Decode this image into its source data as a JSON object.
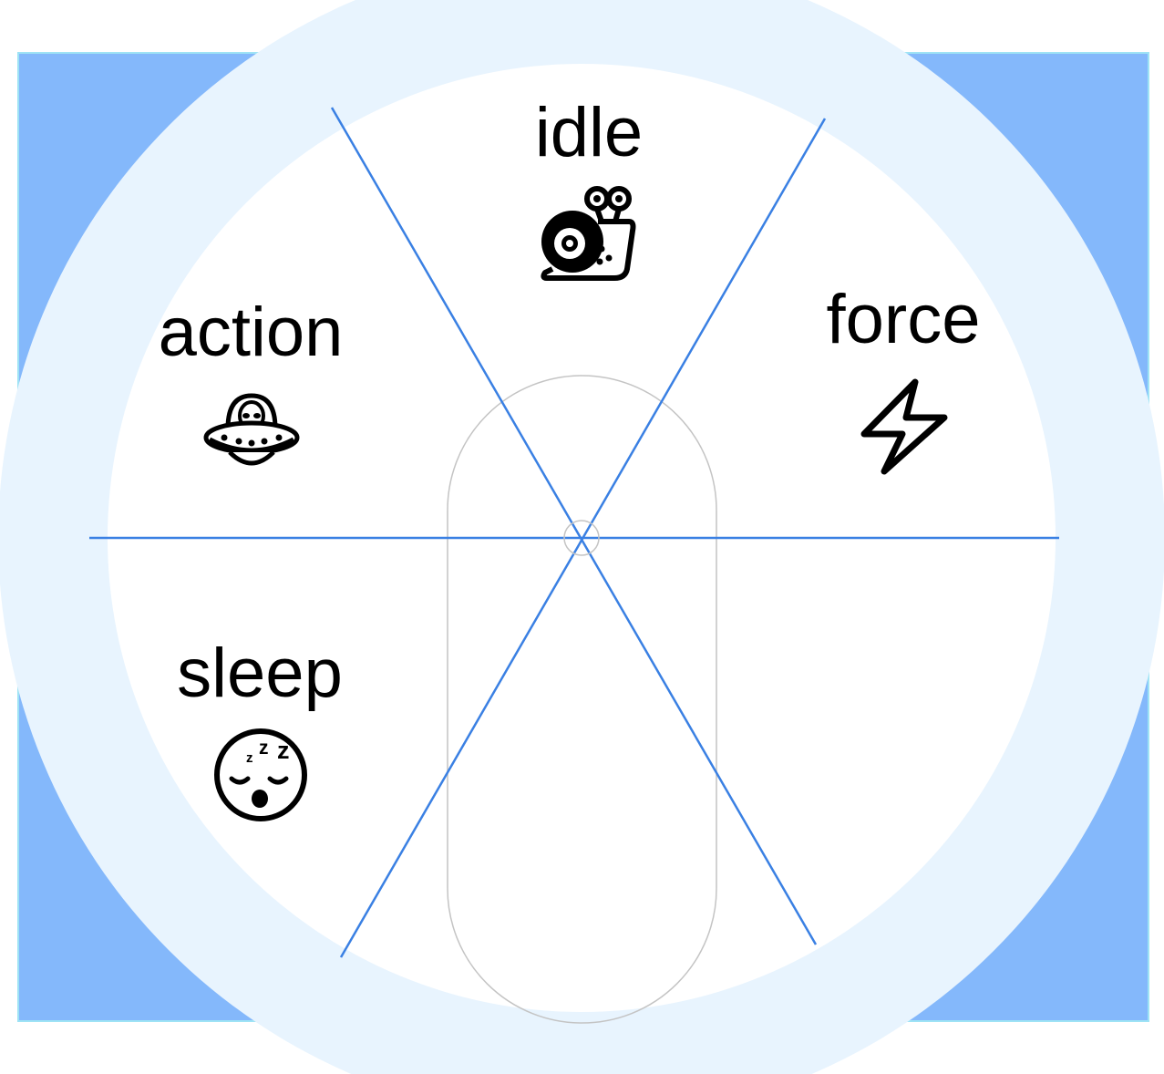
{
  "wheel": {
    "colors": {
      "backdrop": "#84b8fb",
      "backdrop_border": "#9ee3f5",
      "ring": "#e8f4fe",
      "inner": "#ffffff",
      "dividers": "#3a80e3",
      "capsule_outline": "#c4c4c4"
    },
    "segments": [
      {
        "id": "idle",
        "label": "idle",
        "icon": "snail-icon"
      },
      {
        "id": "force",
        "label": "force",
        "icon": "lightning-bolt-icon"
      },
      {
        "id": "empty",
        "label": "",
        "icon": ""
      },
      {
        "id": "sleep",
        "label": "sleep",
        "icon": "sleeping-face-icon"
      },
      {
        "id": "action",
        "label": "action",
        "icon": "ufo-alien-icon"
      }
    ]
  }
}
